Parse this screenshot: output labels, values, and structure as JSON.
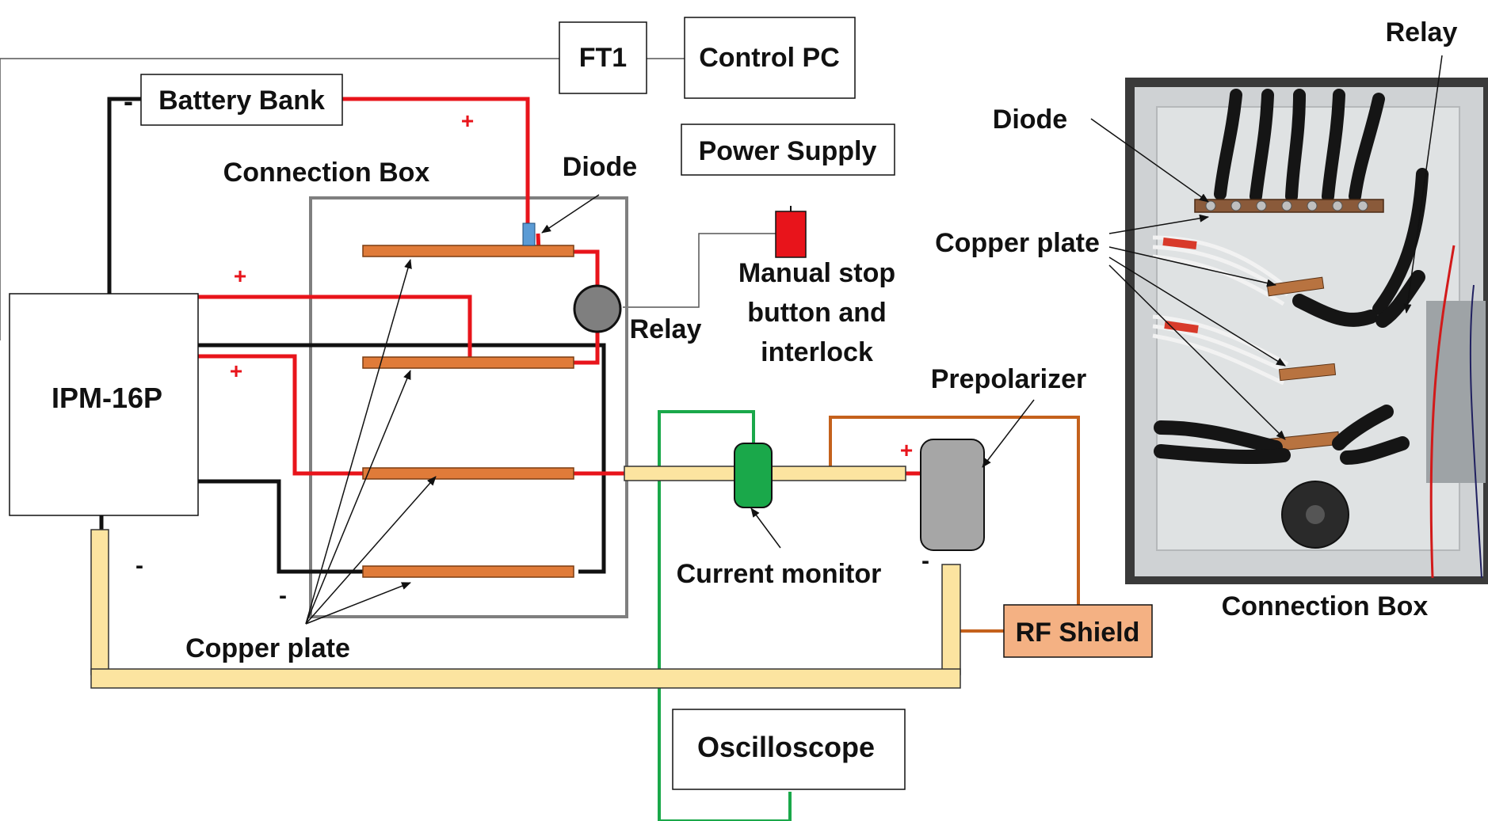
{
  "labels": {
    "ft1": "FT1",
    "control_pc": "Control PC",
    "battery_bank": "Battery Bank",
    "connection_box": "Connection Box",
    "diode": "Diode",
    "power_supply": "Power Supply",
    "manual_stop_1": "Manual stop",
    "manual_stop_2": "button and",
    "manual_stop_3": "interlock",
    "relay": "Relay",
    "ipm": "IPM-16P",
    "prepolarizer": "Prepolarizer",
    "current_monitor": "Current monitor",
    "rf_shield": "RF Shield",
    "copper_plate": "Copper plate",
    "oscilloscope": "Oscilloscope",
    "photo_relay": "Relay",
    "photo_diode": "Diode",
    "photo_copper_plate": "Copper plate",
    "photo_connection_box": "Connection Box"
  },
  "signs": {
    "plus": "+",
    "minus": "-"
  },
  "colors": {
    "positive_wire": "#e8141b",
    "negative_wire": "#111111",
    "signal_wire": "#555555",
    "monitor_wire": "#1aa84a",
    "shield_wire": "#c4611c",
    "copper_plate": "#e07b39",
    "busbar": "#fce4a0",
    "relay": "#7f7f7f",
    "diode": "#5b9bd5",
    "stop_button": "#e8141b",
    "current_monitor": "#1aa84a",
    "prepolarizer": "#a6a6a6",
    "rf_shield": "#f4b183",
    "box_outline": "#7f7f7f"
  }
}
